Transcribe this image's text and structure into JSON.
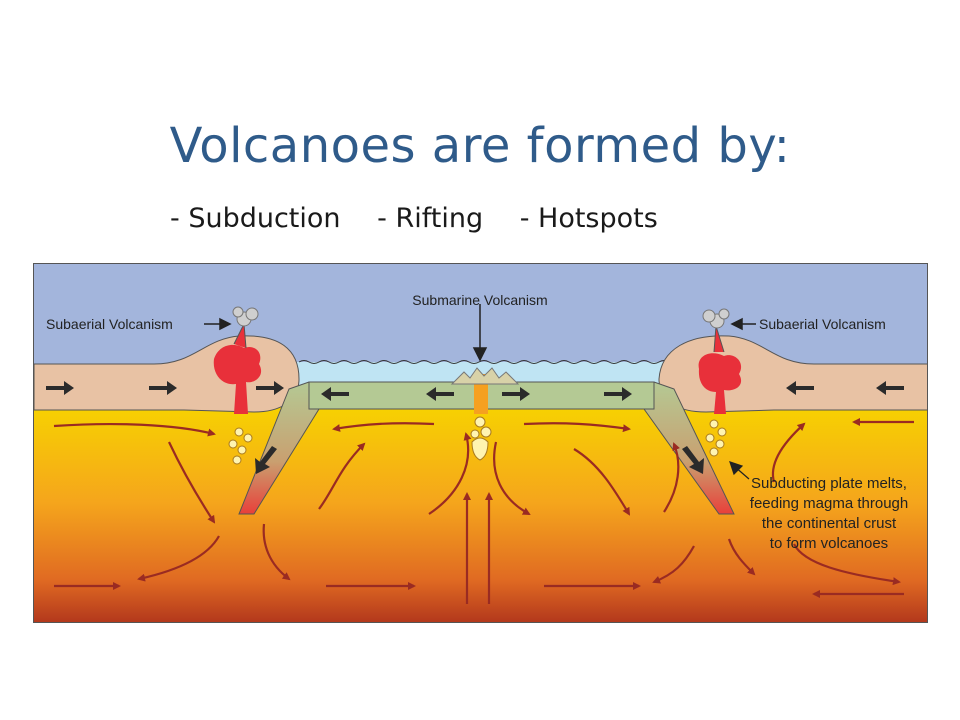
{
  "slide": {
    "title": "Volcanoes are formed by:",
    "bullets": [
      "- Subduction",
      "- Rifting",
      "- Hotspots"
    ]
  },
  "diagram": {
    "labels": {
      "submarine": "Submarine Volcanism",
      "subaerial_left": "Subaerial Volcanism",
      "subaerial_right": "Subaerial Volcanism",
      "note_lines": [
        "Subducting plate melts,",
        "feeding magma through",
        "the continental crust",
        "to form volcanoes"
      ]
    },
    "colors": {
      "title": "#2f5b8a",
      "sky": "#a3b5dc",
      "ocean": "#bfe4f3",
      "crust": "#e8c2a4",
      "oceanic_plate": "#b4c994",
      "magma": "#e8303a",
      "mantle_top": "#f7d300",
      "mantle_bottom": "#b1361c",
      "convection_arrow": "#9a2b22",
      "plate_arrow": "#2b2b2b"
    }
  }
}
